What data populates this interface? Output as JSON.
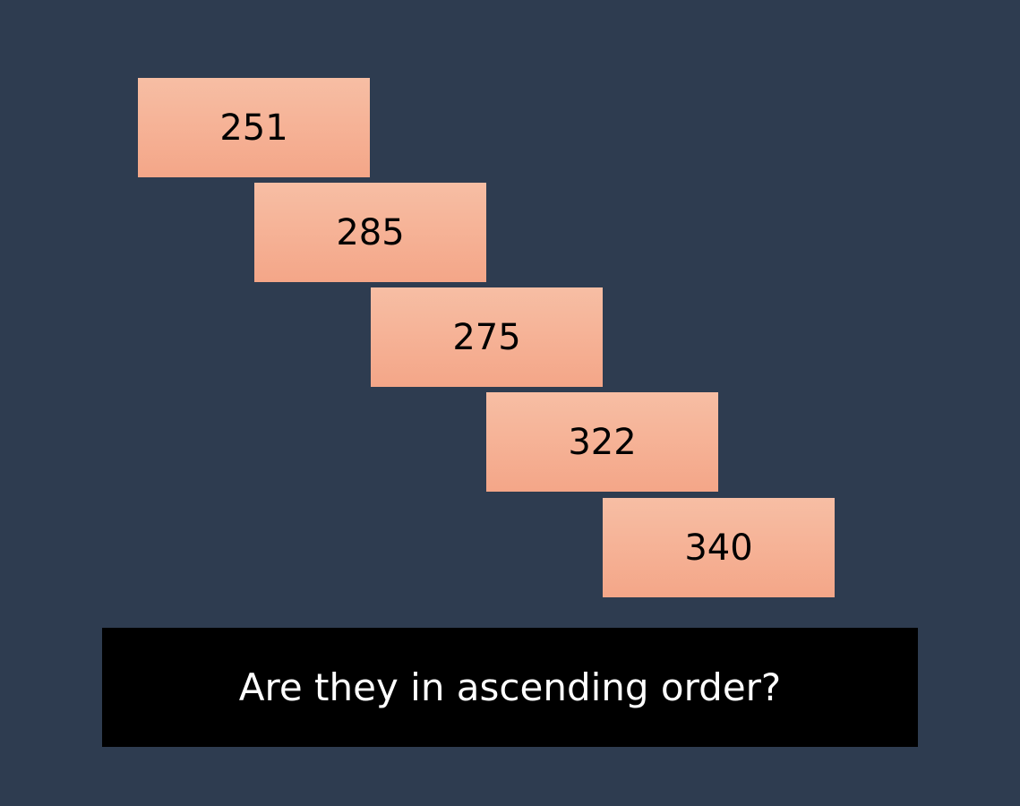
{
  "numbers": [
    "251",
    "285",
    "275",
    "322",
    "340"
  ],
  "question": "Are they in ascending order?",
  "colors": {
    "background": "#2e3c50",
    "box_top": "#f7bea4",
    "box_bottom": "#f4a688",
    "banner": "#000000",
    "banner_text": "#ffffff"
  }
}
